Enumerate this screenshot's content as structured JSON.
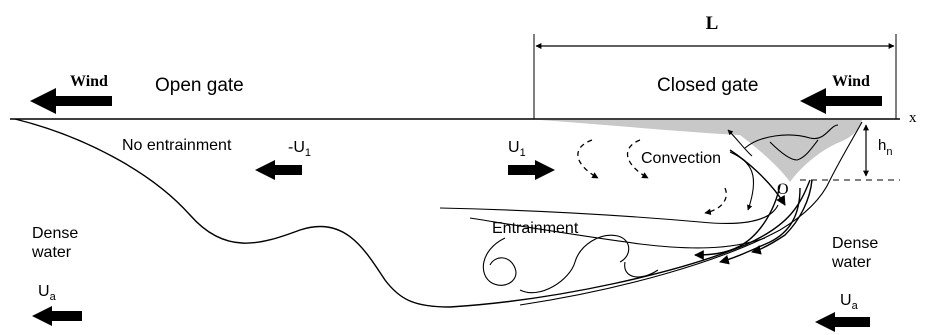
{
  "labels": {
    "wind_left": "Wind",
    "wind_right": "Wind",
    "open_gate": "Open gate",
    "closed_gate": "Closed gate",
    "length": "L",
    "x_axis": "x",
    "no_entrainment": "No entrainment",
    "neg_u1": "-U",
    "neg_u1_sub": "1",
    "u1": "U",
    "u1_sub": "1",
    "convection": "Convection",
    "origin": "O",
    "h": "h",
    "h_sub": "n",
    "entrainment": "Entrainment",
    "dense_water_left": "Dense\nwater",
    "dense_water_right": "Dense\nwater",
    "ua_left": "U",
    "ua_left_sub": "a",
    "ua_right": "U",
    "ua_right_sub": "a"
  },
  "colors": {
    "ink": "#000000",
    "shade": "#c8c8c8",
    "background": "#ffffff"
  }
}
